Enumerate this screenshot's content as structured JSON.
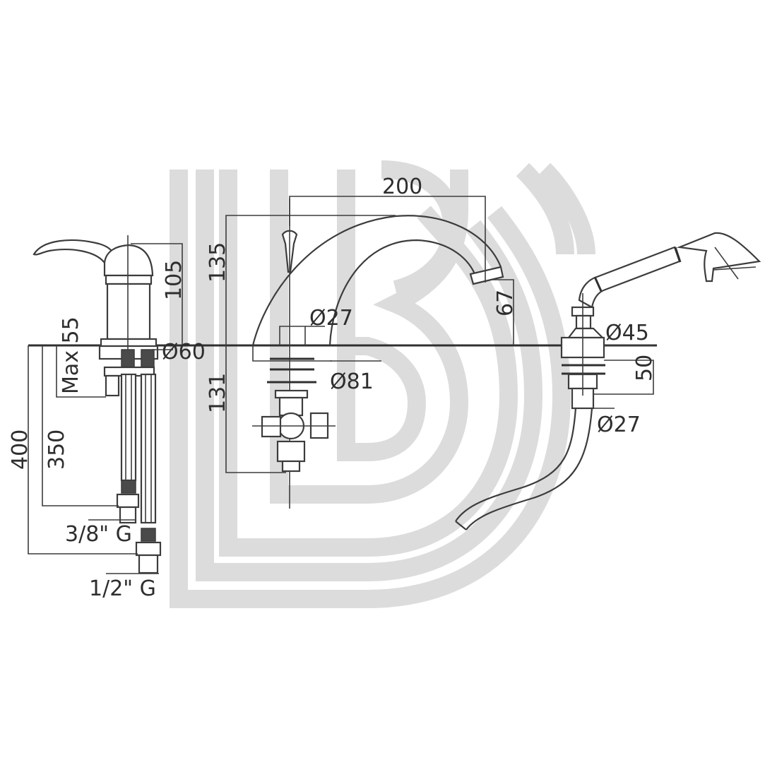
{
  "diagram": {
    "title": "Deck-mounted bath mixer with hand shower - technical drawing",
    "watermark": "BB logo watermark",
    "colors": {
      "line": "#3c3c3c",
      "watermark": "#dcdcdc",
      "background": "#ffffff"
    },
    "mixer": {
      "height": "105",
      "max_deck": "Max 55",
      "diameter": "Ø60",
      "hose_long": "400",
      "hose_short": "350",
      "connector_small": "3/8\" G",
      "connector_large": "1/2\" G"
    },
    "spout": {
      "reach": "200",
      "height": "135",
      "outlet_height": "67",
      "stem_diameter": "Ø27",
      "base_diameter": "Ø81",
      "depth_below": "131"
    },
    "shower": {
      "base_diameter": "Ø45",
      "depth": "50",
      "tail_diameter": "Ø27"
    }
  }
}
